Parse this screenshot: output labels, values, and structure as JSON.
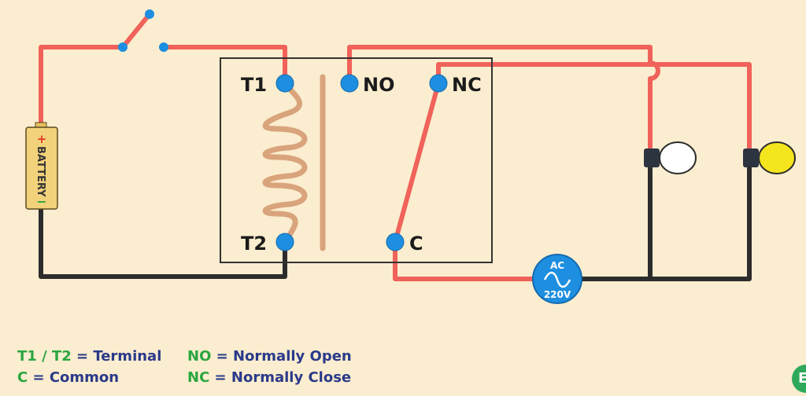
{
  "diagram": {
    "terminals": {
      "t1": "T1",
      "t2": "T2",
      "no": "NO",
      "nc": "NC",
      "c": "C"
    },
    "battery": {
      "label": "BATTERY",
      "plus": "+",
      "minus": "−"
    },
    "ac_source": {
      "top": "AC",
      "bottom": "220V"
    },
    "lamps": [
      {
        "color": "#ffffff"
      },
      {
        "color": "#f5e51e"
      }
    ],
    "colors": {
      "live_wire": "#f0625a",
      "return_wire": "#2c2c2c",
      "terminal": "#1e8fe0",
      "coil": "#d9a47c",
      "battery": "#f2d27a",
      "background": "#fbedcf"
    }
  },
  "legend": {
    "row1_left_key": "T1 / T2",
    "row1_left_def": " = Terminal",
    "row2_left_key": "C",
    "row2_left_def": " = Common",
    "row1_right_key": "NO",
    "row1_right_def": " = Normally Open",
    "row2_right_key": "NC",
    "row2_right_def": " = Normally Close"
  },
  "logo": {
    "text": "E"
  }
}
